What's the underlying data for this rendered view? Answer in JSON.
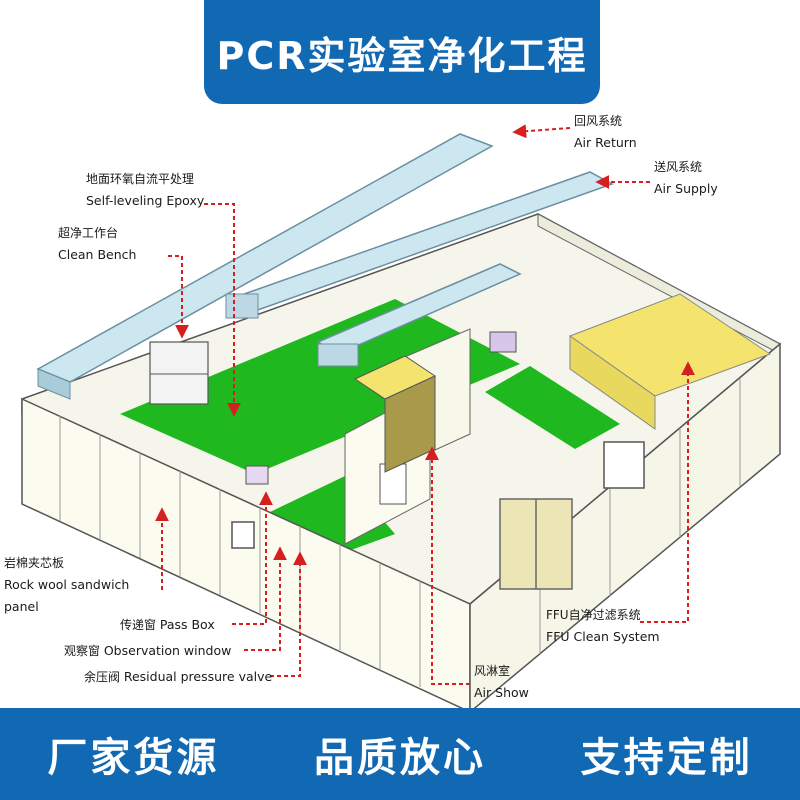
{
  "title": "PCR实验室净化工程",
  "colors": {
    "brand_blue": "#1269b3",
    "floor_green": "#1fb81f",
    "duct_blue": "#cde7f1",
    "ffu_yellow": "#f4e46e",
    "arrow_red": "#d62020",
    "wall_white": "#fbfbf0"
  },
  "labels": [
    {
      "id": "air-return",
      "zh": "回风系统",
      "en": "Air Return"
    },
    {
      "id": "air-supply",
      "zh": "送风系统",
      "en": "Air Supply"
    },
    {
      "id": "self-leveling",
      "zh": "地面环氧自流平处理",
      "en": "Self-leveling Epoxy"
    },
    {
      "id": "clean-bench",
      "zh": "超净工作台",
      "en": "Clean Bench"
    },
    {
      "id": "rock-wool",
      "zh": "岩棉夹芯板",
      "en": "Rock wool sandwich",
      "en2": "panel"
    },
    {
      "id": "pass-box",
      "zh": "传递窗",
      "en": "Pass Box"
    },
    {
      "id": "observation",
      "zh": "观察窗",
      "en": "Observation window"
    },
    {
      "id": "pressure-valve",
      "zh": "余压阀",
      "en": "Residual pressure valve"
    },
    {
      "id": "air-show",
      "zh": "风淋室",
      "en": "Air Show"
    },
    {
      "id": "ffu",
      "zh": "FFU自净过滤系统",
      "en": "FFU Clean System"
    }
  ],
  "slogans": [
    "厂家货源",
    "品质放心",
    "支持定制"
  ]
}
